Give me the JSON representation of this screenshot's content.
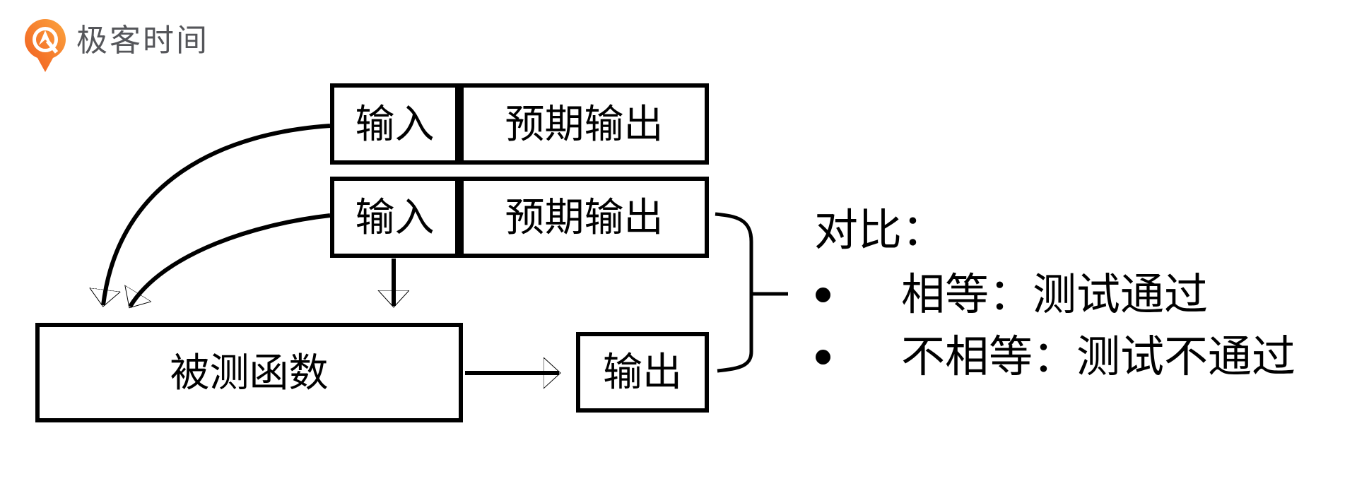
{
  "logo": {
    "brand": "极客时间",
    "icon": "geektime-q-pin-icon"
  },
  "diagram": {
    "test_cases": [
      {
        "input": "输入",
        "expected_output": "预期输出"
      },
      {
        "input": "输入",
        "expected_output": "预期输出"
      }
    ],
    "function_under_test": "被测函数",
    "output": "输出",
    "comparison": {
      "title": "对比：",
      "items": [
        "相等：测试通过",
        "不相等：测试不通过"
      ]
    }
  },
  "colors": {
    "line": "#000000",
    "logo_gradient_start": "#fca53f",
    "logo_gradient_end": "#f05a1e",
    "logo_text": "#55565a"
  }
}
